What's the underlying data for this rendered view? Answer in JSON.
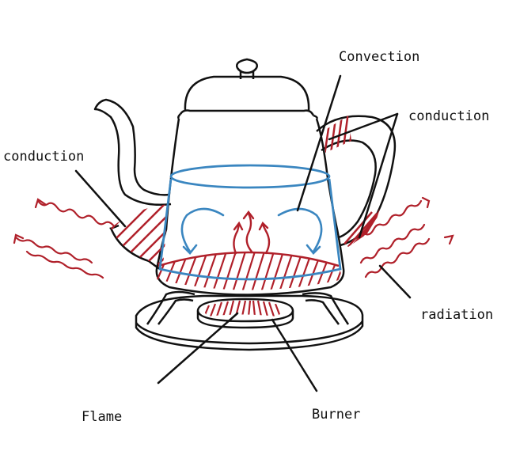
{
  "labels": {
    "convection": "Convection",
    "conduction_right": "conduction",
    "conduction_left": "conduction",
    "radiation": "radiation",
    "flame": "Flame",
    "burner": "Burner"
  },
  "colors": {
    "outline": "#111111",
    "heat": "#b0202a",
    "water": "#3a86c0"
  }
}
